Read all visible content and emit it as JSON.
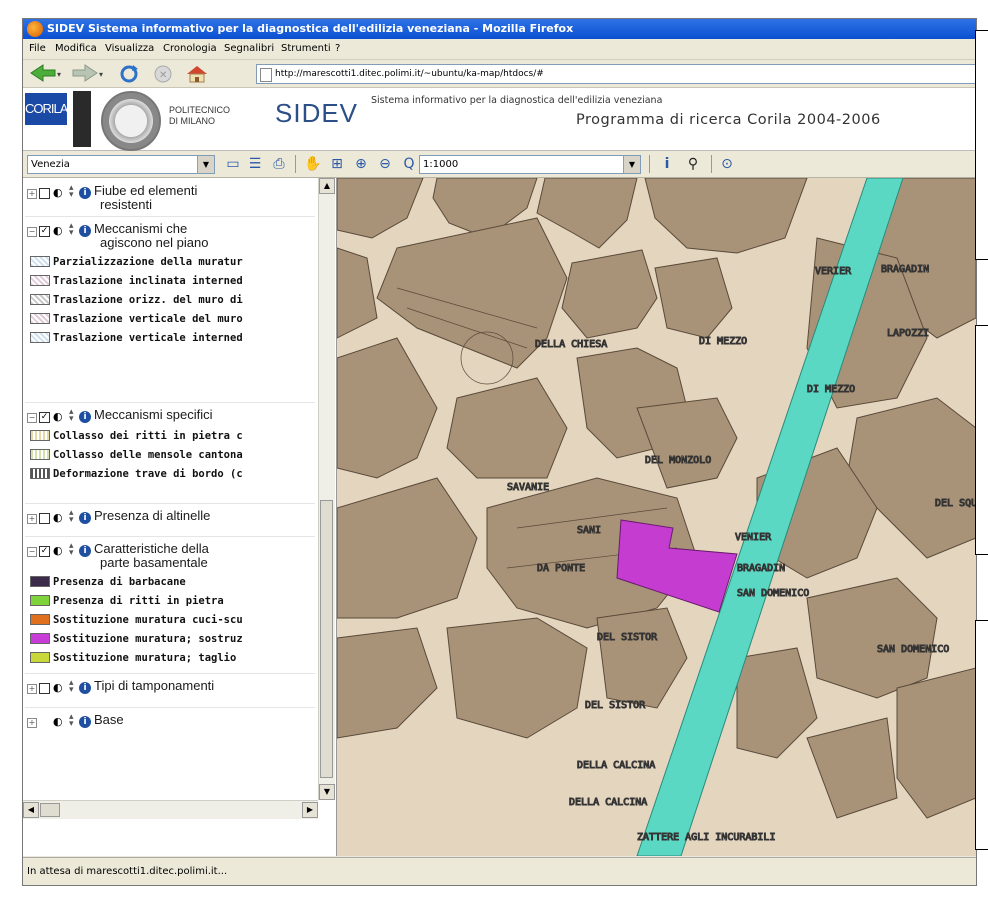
{
  "window": {
    "title": "SIDEV Sistema informativo per la diagnostica dell'edilizia veneziana - Mozilla Firefox",
    "status": "In attesa di marescotti1.ditec.polimi.it..."
  },
  "menu": [
    "File",
    "Modifica",
    "Visualizza",
    "Cronologia",
    "Segnalibri",
    "Strumenti",
    "?"
  ],
  "url": "http://marescotti1.ditec.polimi.it/~ubuntu/ka-map/htdocs/#",
  "banner": {
    "corila": "CORILA",
    "polimi_line1": "POLITECNICO",
    "polimi_line2": "DI MILANO",
    "title": "SIDEV",
    "subtitle": "Sistema informativo per la diagnostica dell'edilizia veneziana",
    "program": "Programma di ricerca Corila 2004-2006"
  },
  "toolbar": {
    "map_select": "Venezia",
    "scale_select": "1:1000"
  },
  "layers": [
    {
      "label_lines": [
        "Fiube ed elementi",
        "resistenti"
      ],
      "expanded": false,
      "checked": false,
      "expander": "+",
      "legend": []
    },
    {
      "label_lines": [
        "Meccanismi che",
        "agiscono nel piano"
      ],
      "expanded": true,
      "checked": true,
      "expander": "−",
      "legend": [
        {
          "text": "Parzializzazione della muratur",
          "pattern": "hatch1"
        },
        {
          "text": "Traslazione inclinata interned",
          "pattern": "hatch2"
        },
        {
          "text": "Traslazione orizz. del muro di",
          "pattern": "hatch3"
        },
        {
          "text": "Traslazione verticale del muro",
          "pattern": "hatch2"
        },
        {
          "text": "Traslazione verticale interned",
          "pattern": "hatch1"
        }
      ]
    },
    {
      "label_lines": [
        "Meccanismi specifici"
      ],
      "expanded": true,
      "checked": true,
      "expander": "−",
      "legend": [
        {
          "text": "Collasso dei ritti in pietra c",
          "pattern": "hatch4"
        },
        {
          "text": "Collasso delle mensole cantona",
          "pattern": "hatch5"
        },
        {
          "text": "Deformazione trave di bordo (c",
          "pattern": "hatch6"
        }
      ]
    },
    {
      "label_lines": [
        "Presenza di altinelle"
      ],
      "expanded": false,
      "checked": false,
      "expander": "+",
      "legend": []
    },
    {
      "label_lines": [
        "Caratteristiche della",
        "parte basamentale"
      ],
      "expanded": true,
      "checked": true,
      "expander": "−",
      "legend": [
        {
          "text": "Presenza di barbacane",
          "color": "#3b2a4a"
        },
        {
          "text": "Presenza di ritti in pietra",
          "color": "#7ed23a"
        },
        {
          "text": "Sostituzione muratura cuci-scu",
          "color": "#e0701e"
        },
        {
          "text": "Sostituzione muratura; sostruz",
          "color": "#c83cd8"
        },
        {
          "text": "Sostituzione muratura; taglio",
          "color": "#c8d83a"
        }
      ]
    },
    {
      "label_lines": [
        "Tipi di tamponamenti"
      ],
      "expanded": false,
      "checked": false,
      "expander": "+",
      "legend": []
    },
    {
      "label_lines": [
        "Base"
      ],
      "expanded": false,
      "checked": null,
      "expander": "+",
      "legend": []
    }
  ],
  "map": {
    "colors": {
      "ground": "#e4d5bf",
      "building": "#a89278",
      "canal": "#5ad8c4",
      "highlight": "#c53cd0"
    },
    "street_labels": [
      {
        "text": "VERIER"
      },
      {
        "text": "BRAGADIN"
      },
      {
        "text": "DI MEZZO"
      },
      {
        "text": "LAPOZZI"
      },
      {
        "text": "DELLA CHIESA"
      },
      {
        "text": "DI MEZZO"
      },
      {
        "text": "DEL MONZOLO"
      },
      {
        "text": "SAVANIE"
      },
      {
        "text": "SANI"
      },
      {
        "text": "VENIER"
      },
      {
        "text": "DEL SQUER"
      },
      {
        "text": "DA PONTE"
      },
      {
        "text": "BRAGADIN"
      },
      {
        "text": "SAN DOMENICO"
      },
      {
        "text": "DEL SISTOR"
      },
      {
        "text": "SAN DOMENICO"
      },
      {
        "text": "DEL SISTOR"
      },
      {
        "text": "DELLA CALCINA"
      },
      {
        "text": "DELLA CALCINA"
      },
      {
        "text": "ZATTERE AGLI INCURABILI"
      }
    ]
  }
}
